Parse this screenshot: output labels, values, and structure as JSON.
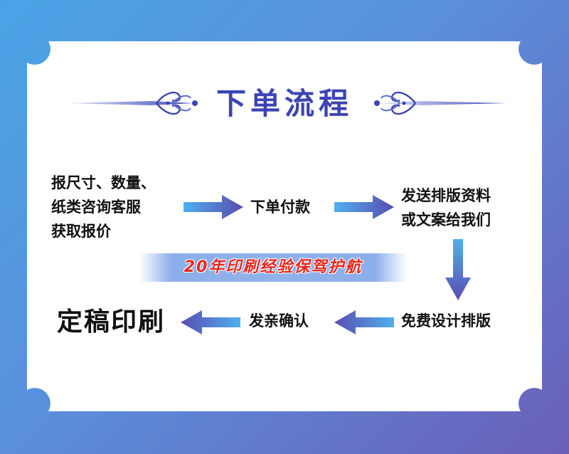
{
  "title": "下单流程",
  "steps": {
    "quote": [
      "报尺寸、数量、",
      "纸类咨询客服",
      "获取报价"
    ],
    "order_pay": "下单付款",
    "send_material": [
      "发送排版资料",
      "或文案给我们"
    ],
    "free_design": "免费设计排版",
    "send_confirm": "发亲确认",
    "final_print": "定稿印刷"
  },
  "banner": "20年印刷经验保驾护航",
  "colors": {
    "background_start": "#4aa3e6",
    "background_end": "#6a5fb8",
    "panel": "#ffffff",
    "title": "#3c44b3",
    "arrow_start": "#4fb0ee",
    "arrow_end": "#5a4cb0",
    "banner_text": "#e8261e"
  },
  "icons": {
    "left_ornament": "flourish-ornament-icon",
    "right_ornament": "flourish-ornament-icon",
    "arrows": "right-arrow-icon"
  }
}
